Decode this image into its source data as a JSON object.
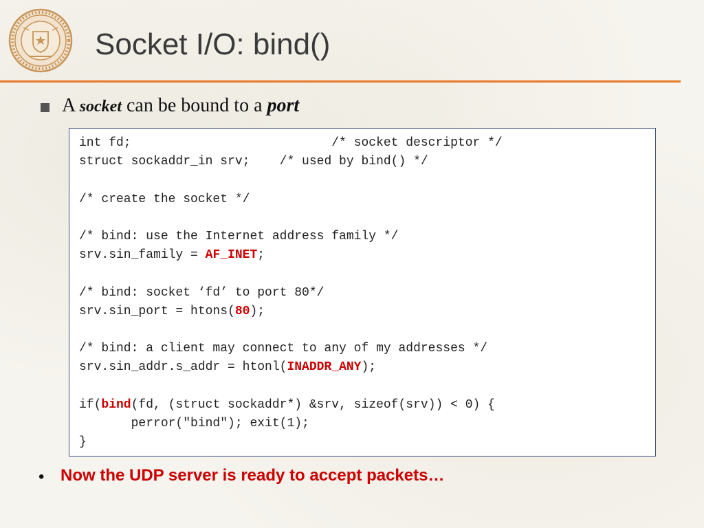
{
  "slide": {
    "title": "Socket I/O: bind()",
    "bullet": {
      "prefix": "A ",
      "em1": "socket",
      "middle": " can be bound to a ",
      "em2": "port"
    },
    "code": {
      "l1": "int fd;                           /* socket descriptor */",
      "l2": "struct sockaddr_in srv;    /* used by bind() */",
      "l3": "",
      "l4": "/* create the socket */",
      "l5": "",
      "l6": "/* bind: use the Internet address family */",
      "l7a": "srv.sin_family = ",
      "l7b": "AF_INET",
      "l7c": ";",
      "l8": "",
      "l9": "/* bind: socket ‘fd’ to port 80*/",
      "l10a": "srv.sin_port = htons(",
      "l10b": "80",
      "l10c": ");",
      "l11": "",
      "l12": "/* bind: a client may connect to any of my addresses */",
      "l13a": "srv.sin_addr.s_addr = htonl(",
      "l13b": "INADDR_ANY",
      "l13c": ");",
      "l14": "",
      "l15a": "if(",
      "l15b": "bind",
      "l15c": "(fd, (struct sockaddr*) &srv, sizeof(srv)) < 0) {",
      "l16": "       perror(\"bind\"); exit(1);",
      "l17": "}"
    },
    "note_bullet": "•",
    "note": "Now the UDP server  is ready to accept packets…",
    "colors": {
      "accent_rule": "#e8782a",
      "highlight": "#cc0000",
      "seal": "#c8955a",
      "box_border": "#3a4f7a"
    },
    "icons": {
      "logo": "university-seal"
    }
  }
}
